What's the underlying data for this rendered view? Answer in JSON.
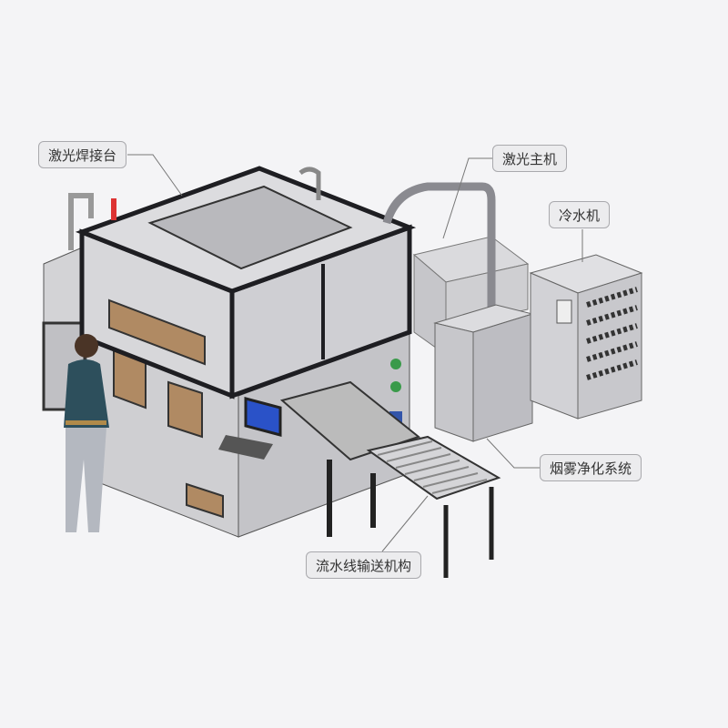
{
  "labels": {
    "welding_station": "激光焊接台",
    "laser_source": "激光主机",
    "chiller": "冷水机",
    "fume_extraction": "烟雾净化系统",
    "conveyor": "流水线输送机构"
  },
  "colors": {
    "background": "#f4f4f6",
    "machine_body": "#c9c9cd",
    "frame": "#1e1e22",
    "wood_panel": "#b08a63"
  }
}
